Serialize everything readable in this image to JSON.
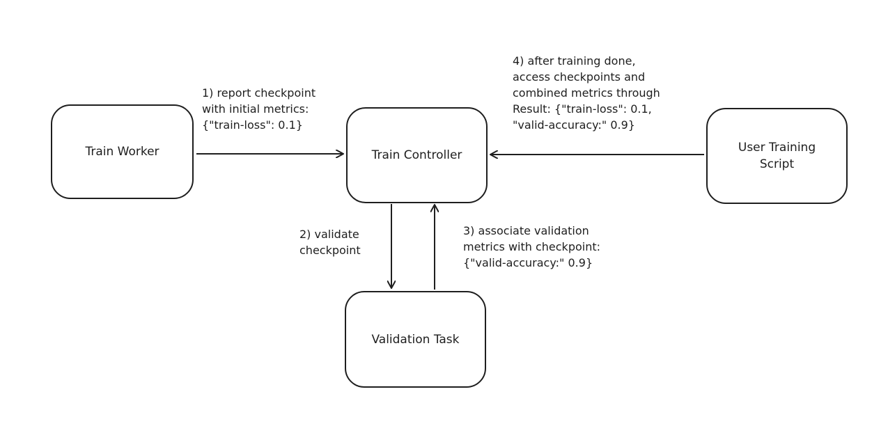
{
  "nodes": {
    "train_worker": "Train Worker",
    "train_controller": "Train Controller",
    "validation_task": "Validation Task",
    "user_training_script": "User Training\nScript"
  },
  "labels": {
    "step1": "1) report checkpoint\nwith initial metrics:\n{\"train-loss\": 0.1}",
    "step2": "2) validate\ncheckpoint",
    "step3": "3) associate validation\nmetrics with checkpoint:\n{\"valid-accuracy:\" 0.9}",
    "step4": "4) after training done,\naccess checkpoints and\ncombined metrics through\nResult: {\"train-loss\": 0.1,\n\"valid-accuracy:\" 0.9}"
  },
  "colors": {
    "stroke": "#1e1e1e",
    "background": "#ffffff"
  }
}
